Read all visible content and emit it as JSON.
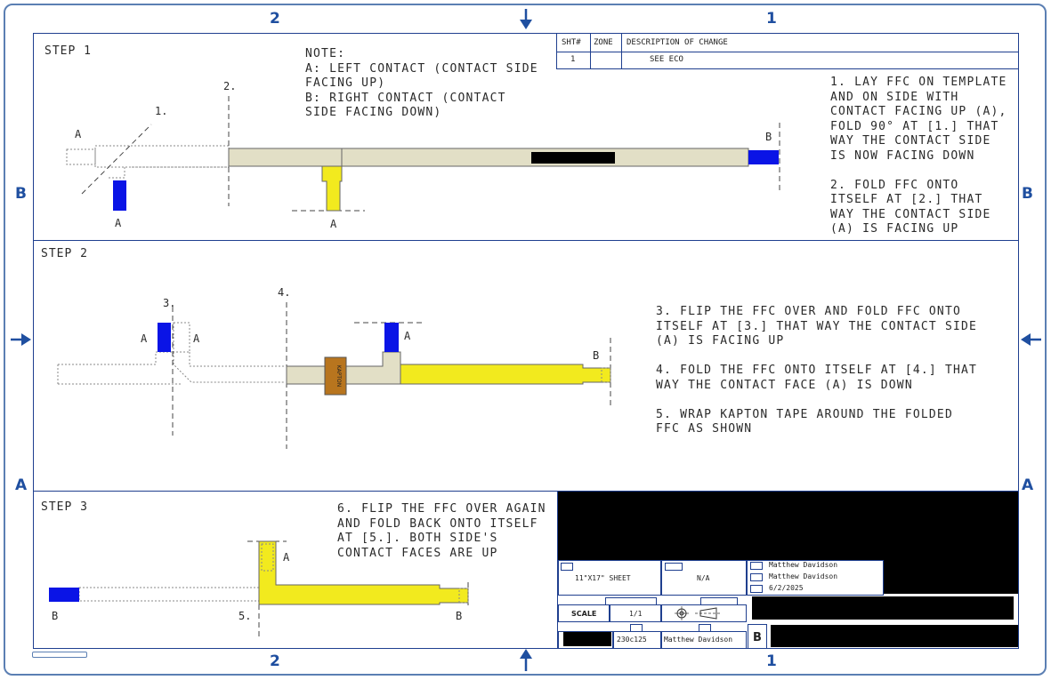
{
  "zones": {
    "top": [
      "2",
      "1"
    ],
    "bottom": [
      "2",
      "1"
    ],
    "left": [
      "B",
      "A"
    ],
    "right": [
      "B",
      "A"
    ]
  },
  "revision_table": {
    "headers": [
      "SHT#",
      "ZONE",
      "DESCRIPTION OF CHANGE"
    ],
    "row": [
      "1",
      "",
      "SEE ECO"
    ]
  },
  "step1": {
    "heading": "STEP 1",
    "note_lines": [
      "NOTE:",
      "A: LEFT CONTACT (CONTACT SIDE",
      "FACING UP)",
      "B: RIGHT CONTACT (CONTACT",
      "SIDE FACING DOWN)"
    ],
    "instruction_lines": [
      "1. LAY FFC ON TEMPLATE",
      "AND ON SIDE WITH",
      "CONTACT FACING UP (A),",
      "FOLD 90° AT [1.] THAT",
      "WAY THE CONTACT SIDE",
      "IS NOW FACING DOWN",
      "",
      "2. FOLD FFC ONTO",
      "ITSELF AT [2.] THAT",
      "WAY THE CONTACT SIDE",
      "(A) IS FACING UP"
    ],
    "labels": {
      "fold1": "1.",
      "fold2": "2.",
      "a_top": "A",
      "a_blue": "A",
      "a_yellow": "A",
      "b": "B"
    }
  },
  "step2": {
    "heading": "STEP 2",
    "instruction_lines": [
      "3. FLIP THE FFC OVER AND FOLD FFC ONTO",
      "ITSELF AT [3.] THAT WAY THE CONTACT SIDE",
      "(A) IS FACING UP",
      "",
      "4. FOLD THE FFC ONTO ITSELF AT [4.] THAT",
      "WAY THE CONTACT FACE (A) IS DOWN",
      "",
      "5. WRAP KAPTON TAPE AROUND THE FOLDED",
      "FFC AS SHOWN"
    ],
    "labels": {
      "fold3": "3.",
      "fold4": "4.",
      "a_left": "A",
      "a_right": "A",
      "a_center": "A",
      "b": "B"
    },
    "kapton_label": "KAPTON"
  },
  "step3": {
    "heading": "STEP 3",
    "instruction_lines": [
      "6. FLIP THE FFC OVER AGAIN",
      "AND FOLD BACK ONTO ITSELF",
      "AT [5.]. BOTH SIDE'S",
      "CONTACT FACES ARE UP"
    ],
    "labels": {
      "fold5": "5.",
      "a": "A",
      "b_left": "B",
      "b_right": "B"
    }
  },
  "title_block": {
    "sheet_size": "11\"X17\" SHEET",
    "na": "N/A",
    "names": [
      "Matthew Davidson",
      "Matthew Davidson"
    ],
    "date": "6/2/2025",
    "scale_label": "SCALE",
    "scale_value": "1/1",
    "part_number": "230c125",
    "drawn_by": "Matthew Davidson",
    "size_letter": "B"
  },
  "colors": {
    "border": "#1f3f8f",
    "zone_text": "#1f4fa0",
    "ffc_tan": "#e2dfc6",
    "ffc_yellow": "#f2ea1e",
    "contact_blue": "#0a14e6",
    "kapton_brown": "#b8751e"
  }
}
